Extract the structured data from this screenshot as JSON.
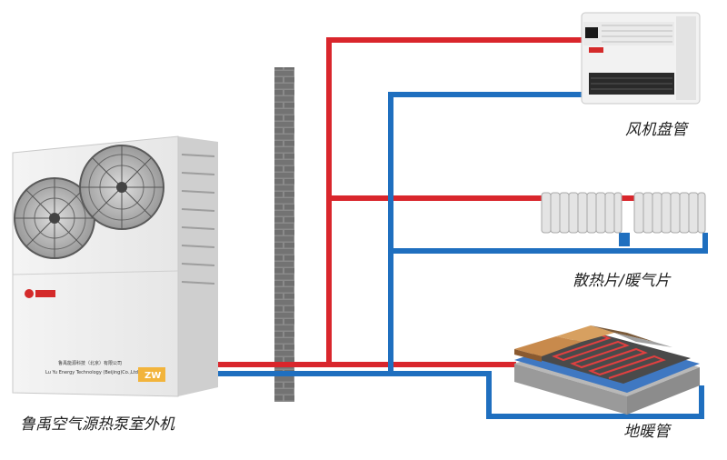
{
  "labels": {
    "outdoor_unit": "鲁禹空气源热泵室外机",
    "fan_coil": "风机盘管",
    "radiator": "散热片/暖气片",
    "floor_heating": "地暖管"
  },
  "unit_panel": {
    "company_cn": "鲁禹能源科技（北京）有限公司",
    "company_en": "Lu Yu Energy Technology (Beijing)Co.,Ltd",
    "badge": "ZW"
  },
  "colors": {
    "hot_pipe": "#d9262c",
    "cold_pipe": "#1f6fbf",
    "wall": "#7a7a7a",
    "brand_red": "#d42a2a",
    "badge_yellow": "#f2b43c"
  },
  "icons": {
    "unit": "heat-pump-outdoor-unit-icon",
    "fan_coil": "fan-coil-unit-icon",
    "radiator": "radiator-icon",
    "floor": "floor-heating-section-icon",
    "wall": "brick-wall-icon"
  }
}
